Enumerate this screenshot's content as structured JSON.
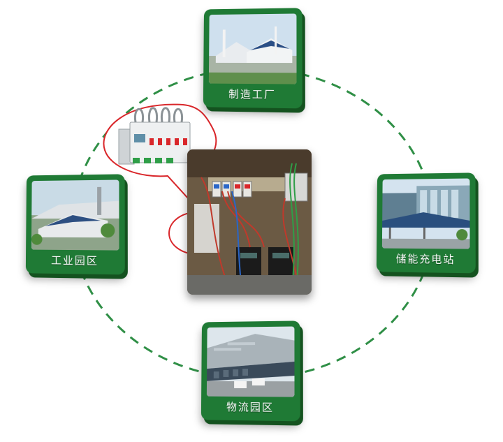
{
  "diagram": {
    "nodes": [
      {
        "id": "factory",
        "label": "制造工厂"
      },
      {
        "id": "industry",
        "label": "工业园区"
      },
      {
        "id": "storage",
        "label": "储能充电站"
      },
      {
        "id": "logistic",
        "label": "物流园区"
      }
    ],
    "center": {
      "icon": "electrical-cabinet-photo",
      "callout_icon": "din-rail-meter-module-photo"
    },
    "colors": {
      "card": "#1f7a35",
      "ring": "#2f8f46",
      "callout": "#d9262a"
    }
  }
}
